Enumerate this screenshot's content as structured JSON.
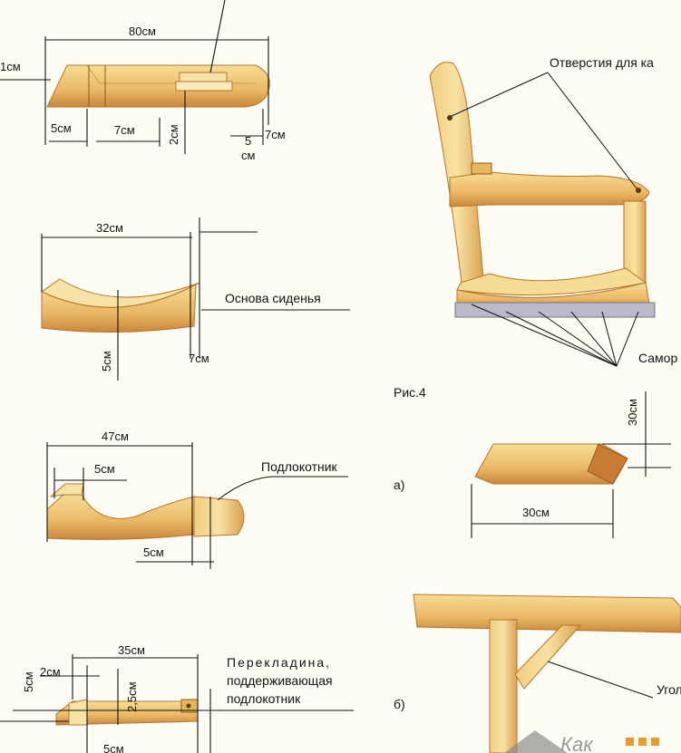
{
  "figure_label": "Рис.4",
  "sub_a": "а)",
  "sub_b": "б)",
  "part_top": {
    "length": "80см",
    "left_edge": "1см",
    "w1": "5см",
    "w2": "7см",
    "h": "2см",
    "w3": "5",
    "w3_unit": "см",
    "w4": "7см"
  },
  "seat": {
    "length": "32см",
    "height": "5см",
    "width": "7см",
    "label": "Основа сиденья"
  },
  "armrest": {
    "length": "47см",
    "notch": "5см",
    "bottom": "5см",
    "label": "Подлокотник"
  },
  "crossbar": {
    "length": "35см",
    "w1": "2см",
    "h1": "5см",
    "h2": "2,5см",
    "bottom": "5см",
    "label_lines": [
      "Перекладина,",
      "поддерживающая",
      "подлокотник"
    ]
  },
  "chair": {
    "holes_label": "Отверстия  для ка",
    "screws_label": "Самор"
  },
  "block_a": {
    "height": "30см",
    "width": "30см"
  },
  "corner_b": {
    "label": "Угол"
  },
  "watermark": "Как",
  "colors": {
    "wood_light": "#f3d78a",
    "wood_mid": "#e7b75d",
    "wood_dark": "#c9873c",
    "edge": "#b8742a",
    "bg": "#fdfdf6"
  }
}
